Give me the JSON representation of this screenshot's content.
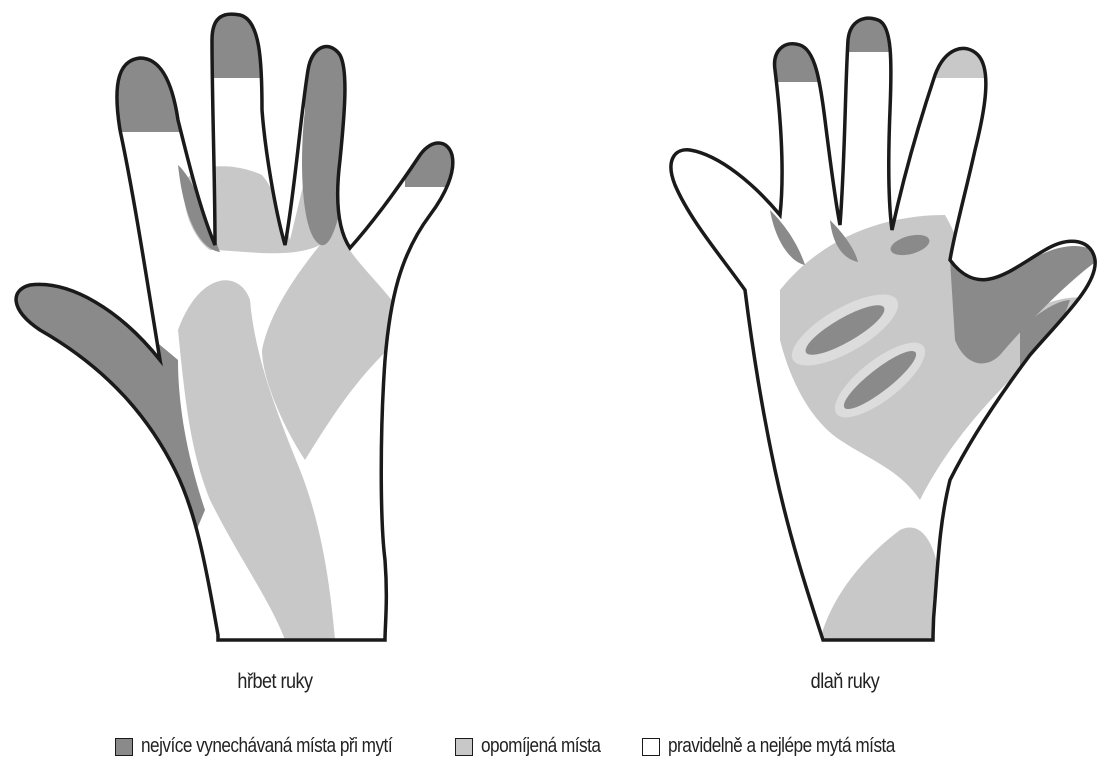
{
  "colors": {
    "most_missed": "#8a8a8a",
    "neglected": "#c8c8c8",
    "washed": "#ffffff",
    "outline": "#1a1a1a"
  },
  "hands": {
    "back_label": "hřbet ruky",
    "palm_label": "dlaň ruky"
  },
  "legend": [
    {
      "label": "nejvíce vynechávaná místa při mytí",
      "color": "#8a8a8a"
    },
    {
      "label": "opomíjená místa",
      "color": "#c8c8c8"
    },
    {
      "label": "pravidelně a nejlépe mytá místa",
      "color": "#ffffff"
    }
  ]
}
